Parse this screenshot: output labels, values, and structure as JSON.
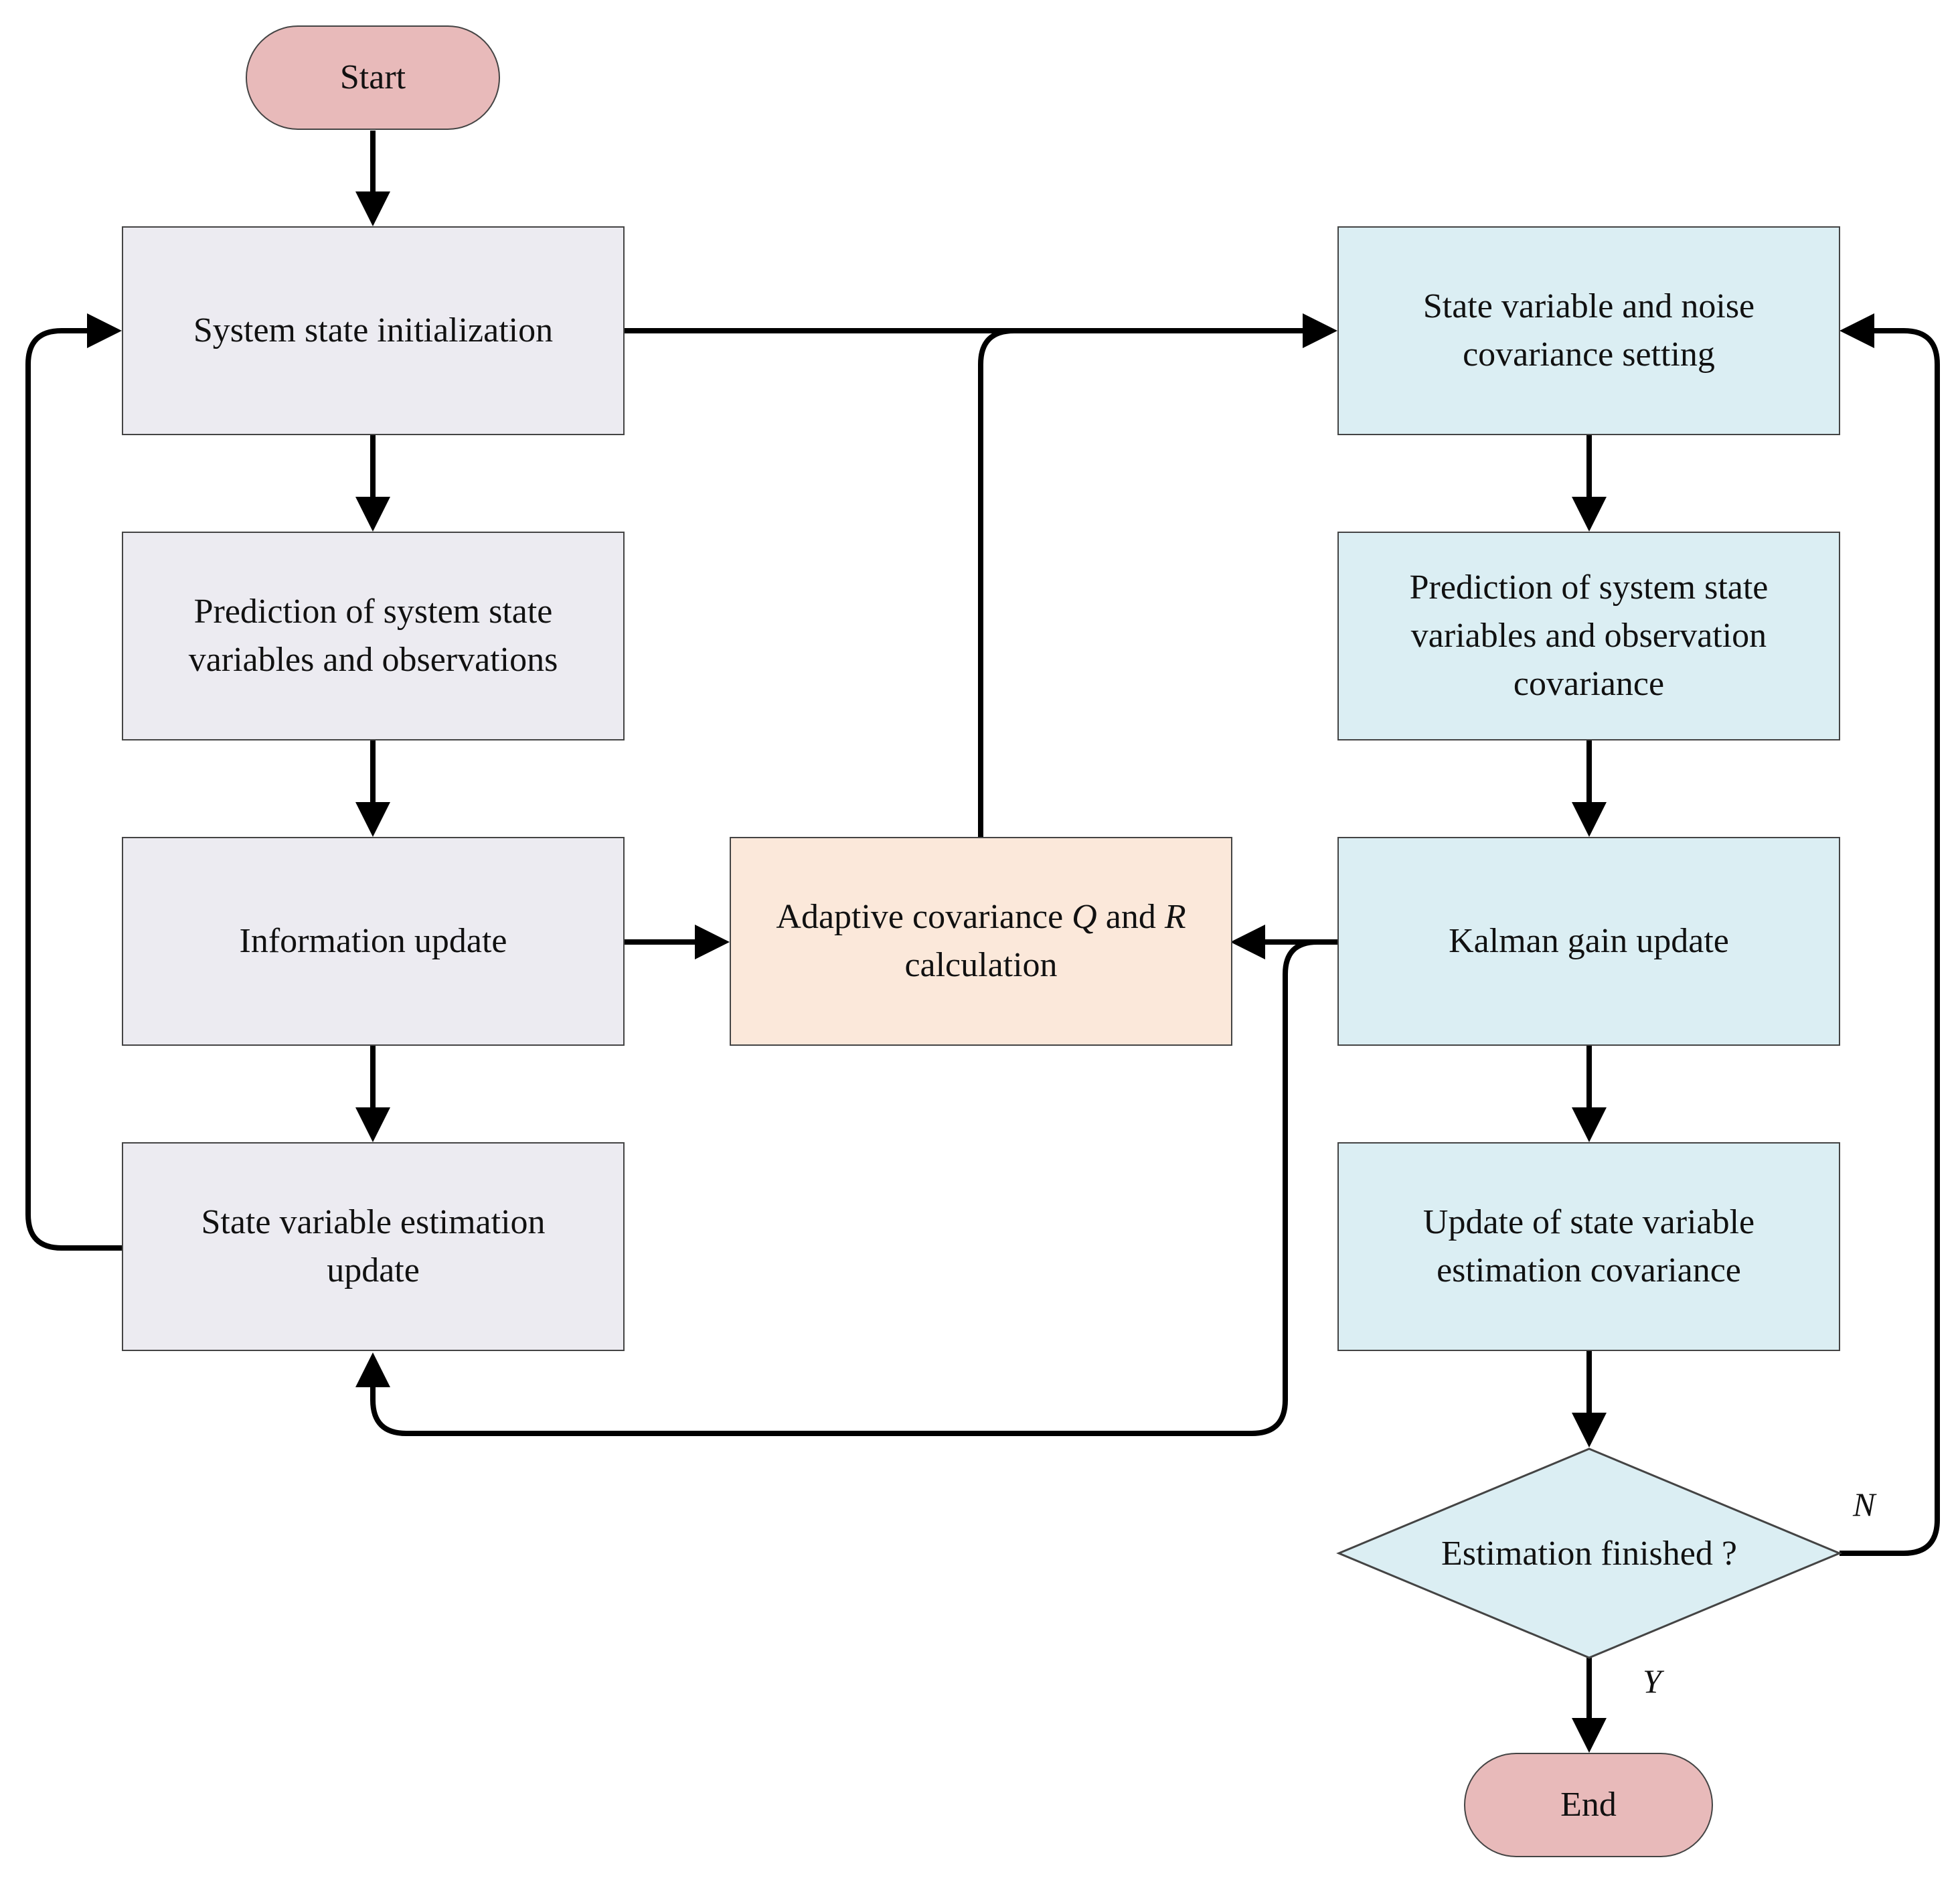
{
  "colors": {
    "terminal": "#e8baba",
    "left_column": "#ecebf1",
    "right_column": "#dbeef3",
    "adaptive": "#fbe8da",
    "line": "#000000",
    "border": "#444444"
  },
  "nodes": {
    "start": "Start",
    "end": "End",
    "system_state_init": "System state initialization",
    "prediction_left": "Prediction of system state\nvariables and observations",
    "information_update": "Information update",
    "state_estimation_update": "State variable estimation\nupdate",
    "adaptive_prefix": "Adaptive covariance ",
    "adaptive_q": "Q",
    "adaptive_and": " and ",
    "adaptive_r": "R",
    "adaptive_suffix": "calculation",
    "noise_cov_setting": "State variable and noise\ncovariance setting",
    "prediction_right": "Prediction of system state\nvariables and observation\ncovariance",
    "kalman_gain": "Kalman gain update",
    "update_estimation_cov": "Update of state variable\nestimation covariance",
    "decision": "Estimation finished ?"
  },
  "branch_labels": {
    "no": "N",
    "yes": "Y"
  }
}
